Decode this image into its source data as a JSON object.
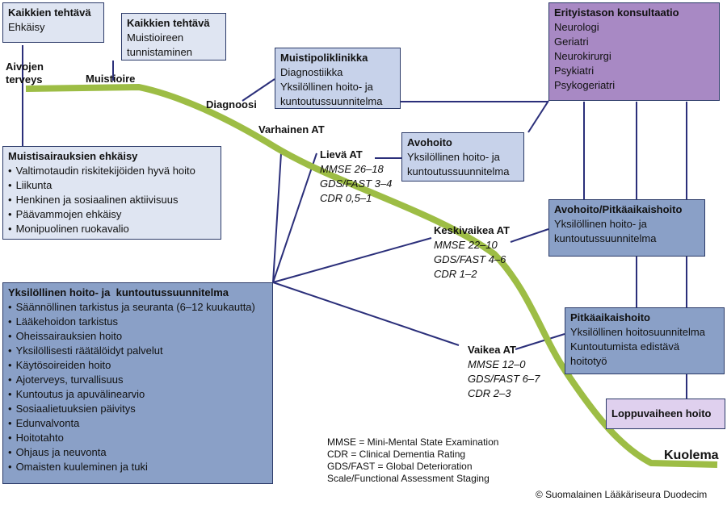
{
  "boxes": {
    "all_tasks_1": {
      "title": "Kaikkien tehtävä",
      "lines": [
        "Ehkäisy"
      ]
    },
    "all_tasks_2": {
      "title": "Kaikkien tehtävä",
      "lines": [
        "Muistioireen",
        "tunnistaminen"
      ]
    },
    "memory_clinic": {
      "title": "Muistipoliklinikka",
      "lines": [
        "Diagnostiikka",
        "Yksilöllinen hoito- ja",
        "kuntoutussuunnitelma"
      ]
    },
    "specialist": {
      "title": "Erityistason konsultaatio",
      "lines": [
        "Neurologi",
        "Geriatri",
        "Neurokirurgi",
        "Psykiatri",
        "Psykogeriatri"
      ]
    },
    "prevention": {
      "title": "Muistisairauksien ehkäisy",
      "items": [
        "Valtimotaudin riskitekijöiden hyvä hoito",
        "Liikunta",
        "Henkinen ja sosiaalinen aktiivisuus",
        "Päävammojen ehkäisy",
        "Monipuolinen ruokavalio"
      ]
    },
    "outpatient": {
      "title": "Avohoito",
      "lines": [
        "Yksilöllinen hoito- ja",
        "kuntoutussuunnitelma"
      ]
    },
    "outpatient_longterm": {
      "title": "Avohoito/Pitkäaikaishoito",
      "lines": [
        "Yksilöllinen hoito- ja",
        "kuntoutussuunnitelma"
      ]
    },
    "care_plan": {
      "title": "Yksilöllinen hoito- ja  kuntoutussuunnitelma",
      "items": [
        "Säännöllinen tarkistus ja seuranta (6–12 kuukautta)",
        "Lääkehoidon tarkistus",
        "Oheissairauksien hoito",
        "Yksilöllisesti räätälöidyt palvelut",
        "Käytösoireiden hoito",
        "Ajoterveys, turvallisuus",
        "Kuntoutus ja apuvälinearvio",
        "Sosiaalietuuksien päivitys",
        "Edunvalvonta",
        "Hoitotahto",
        "Ohjaus ja neuvonta",
        "Omaisten kuuleminen ja tuki"
      ]
    },
    "longterm": {
      "title": "Pitkäaikaishoito",
      "lines": [
        "Yksilöllinen hoitosuunnitelma",
        "Kuntoutumista edistävä",
        "hoitotyö"
      ]
    },
    "end_of_life": {
      "title": "Loppuvaiheen hoito"
    }
  },
  "path_labels": {
    "brain_health": [
      "Aivojen",
      "terveys"
    ],
    "memory_symptom": "Muistioire",
    "diagnosis": "Diagnoosi",
    "early_ad": "Varhainen AT",
    "death": "Kuolema"
  },
  "stages": {
    "mild": {
      "label": "Lievä AT",
      "mmse": "MMSE 26–18",
      "gds": "GDS/FAST 3–4",
      "cdr": "CDR 0,5–1"
    },
    "moderate": {
      "label": "Keskivaikea AT",
      "mmse": "MMSE 22–10",
      "gds": "GDS/FAST 4–6",
      "cdr": "CDR 1–2"
    },
    "severe": {
      "label": "Vaikea AT",
      "mmse": "MMSE 12–0",
      "gds": "GDS/FAST 6–7",
      "cdr": "CDR 2–3"
    }
  },
  "legend": [
    "MMSE = Mini-Mental State Examination",
    "CDR = Clinical Dementia Rating",
    "GDS/FAST = Global Deterioration",
    "Scale/Functional Assessment Staging"
  ],
  "copyright": "© Suomalainen Lääkäriseura Duodecim",
  "colors": {
    "path": "#9dbd45",
    "connector": "#2b2f7a",
    "light_box": "#dfe5f2",
    "dark_box": "#8aa0c7",
    "specialist_box": "#a889c4",
    "end_box": "#dfd0ee"
  }
}
